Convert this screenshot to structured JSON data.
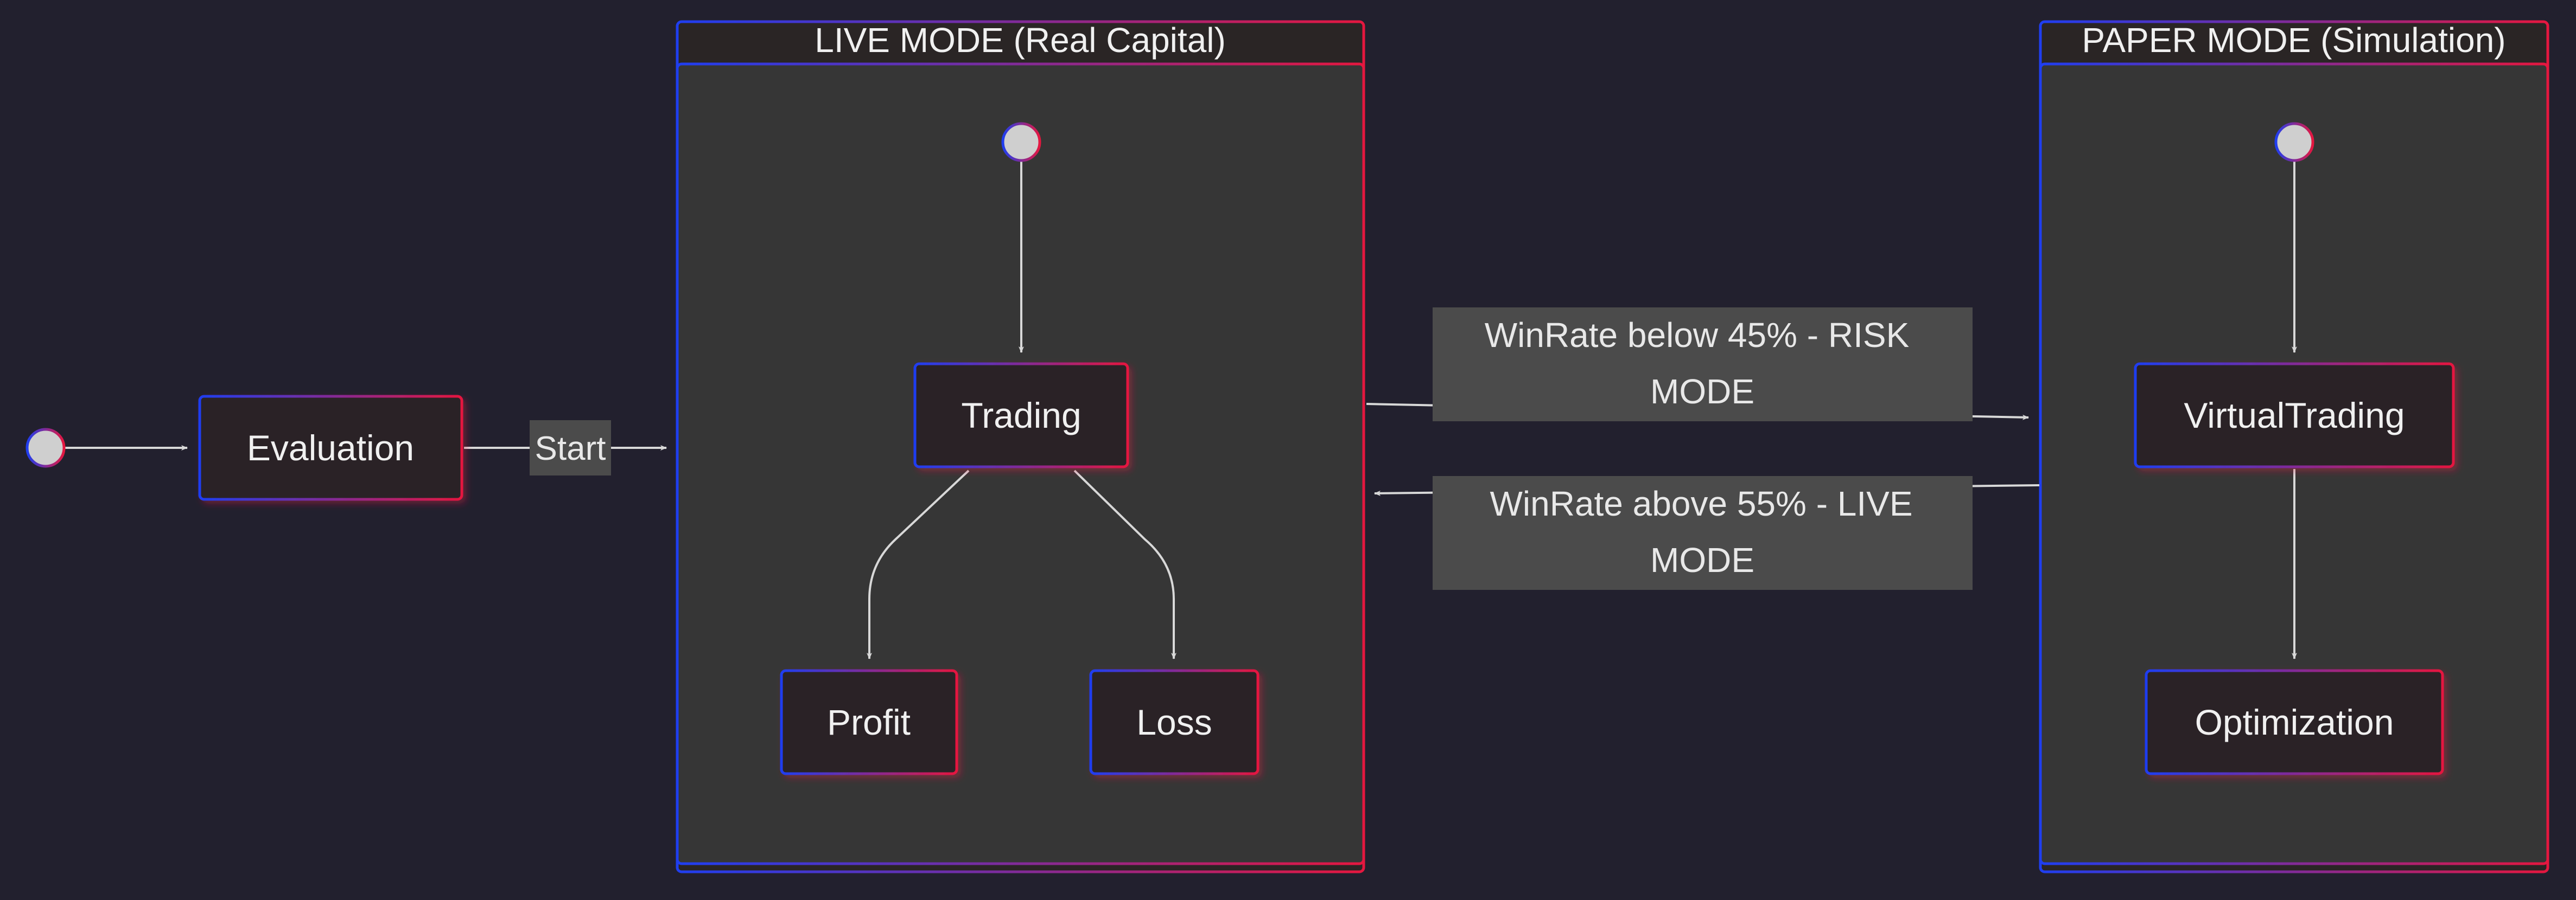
{
  "colors": {
    "background": "#22202e",
    "cluster_fill": "#363636",
    "cluster_header": "#2a2525",
    "node_fill": "#2b2426",
    "edge_label_bg": "#4b4b4b",
    "stroke": "#d8d8d8",
    "text": "#f0f0f0",
    "gradient_start": "#1f3ef0",
    "gradient_end": "#e5173f"
  },
  "clusters": {
    "live": {
      "title": "LIVE MODE (Real Capital)"
    },
    "paper": {
      "title": "PAPER MODE (Simulation)"
    }
  },
  "nodes": {
    "evaluation": "Evaluation",
    "trading": "Trading",
    "profit": "Profit",
    "loss": "Loss",
    "virtual_trading": "VirtualTrading",
    "optimization": "Optimization"
  },
  "edges": {
    "start": "Start",
    "to_risk_line1": "WinRate below 45% - RISK",
    "to_risk_line2": "MODE",
    "to_live_line1": "WinRate above 55% - LIVE",
    "to_live_line2": "MODE"
  }
}
